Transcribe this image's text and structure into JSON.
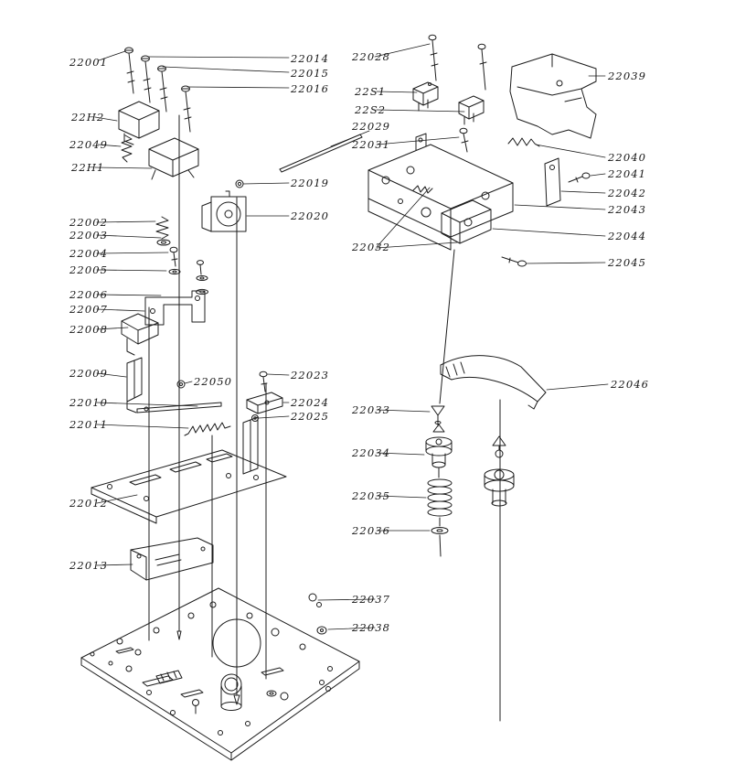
{
  "figure": {
    "type": "exploded-parts-diagram",
    "description": "Exploded-view technical line drawing of a mechanism chassis with numbered part callouts",
    "line_color": "#1c1c1c",
    "background": "#ffffff"
  },
  "labels": [
    {
      "text": "22001"
    },
    {
      "text": "22H2"
    },
    {
      "text": "22049"
    },
    {
      "text": "22H1"
    },
    {
      "text": "22002"
    },
    {
      "text": "22003"
    },
    {
      "text": "22004"
    },
    {
      "text": "22005"
    },
    {
      "text": "22006"
    },
    {
      "text": "22007"
    },
    {
      "text": "22008"
    },
    {
      "text": "22009"
    },
    {
      "text": "22010"
    },
    {
      "text": "22011"
    },
    {
      "text": "22012"
    },
    {
      "text": "22013"
    },
    {
      "text": "22014"
    },
    {
      "text": "22015"
    },
    {
      "text": "22016"
    },
    {
      "text": "22019"
    },
    {
      "text": "22020"
    },
    {
      "text": "22023"
    },
    {
      "text": "22024"
    },
    {
      "text": "22025"
    },
    {
      "text": "22050"
    },
    {
      "text": "22028"
    },
    {
      "text": "22S1"
    },
    {
      "text": "22S2"
    },
    {
      "text": "22029"
    },
    {
      "text": "22031"
    },
    {
      "text": "22032"
    },
    {
      "text": "22033"
    },
    {
      "text": "22034"
    },
    {
      "text": "22035"
    },
    {
      "text": "22036"
    },
    {
      "text": "22037"
    },
    {
      "text": "22038"
    },
    {
      "text": "22039"
    },
    {
      "text": "22040"
    },
    {
      "text": "22041"
    },
    {
      "text": "22042"
    },
    {
      "text": "22043"
    },
    {
      "text": "22044"
    },
    {
      "text": "22045"
    },
    {
      "text": "22046"
    }
  ]
}
